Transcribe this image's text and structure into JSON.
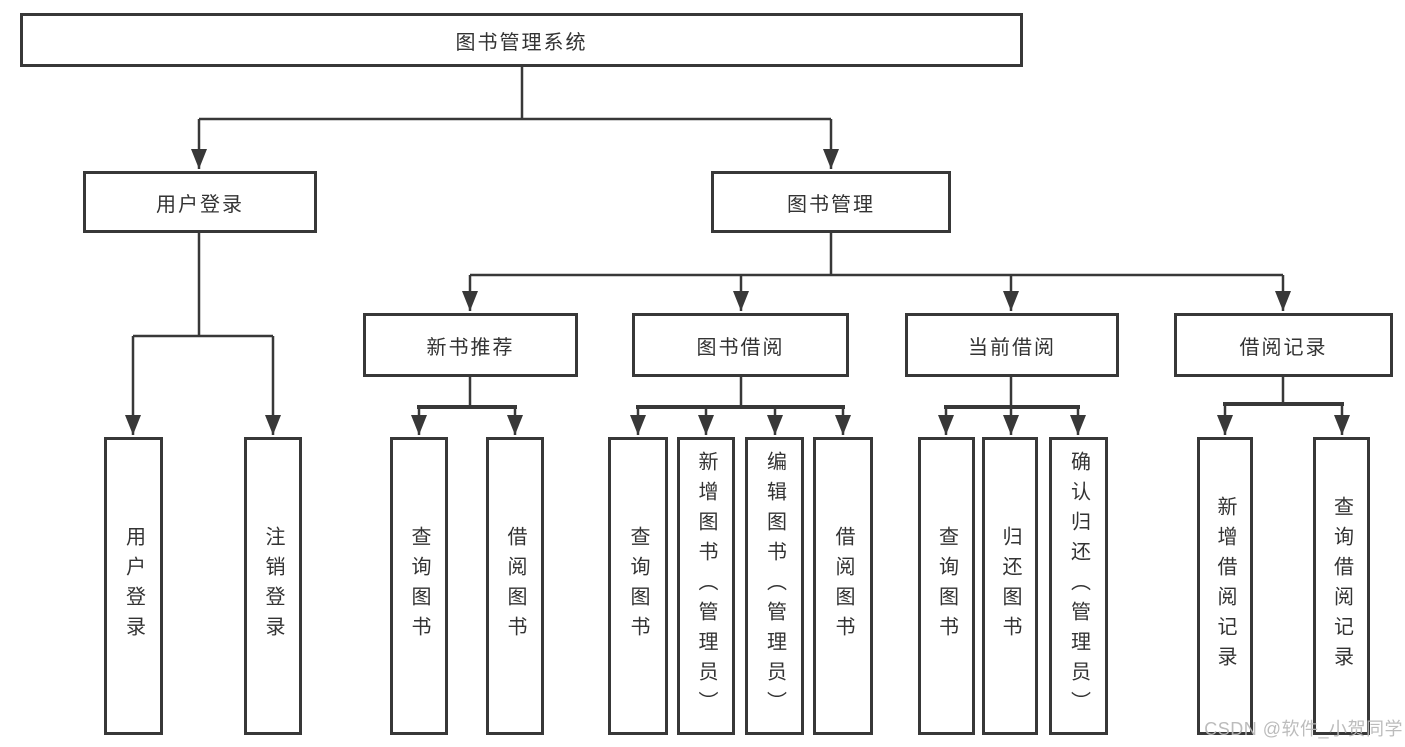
{
  "diagram": {
    "root": {
      "label": "图书管理系统"
    },
    "level2": [
      {
        "label": "用户登录"
      },
      {
        "label": "图书管理"
      }
    ],
    "level3": [
      {
        "label": "新书推荐"
      },
      {
        "label": "图书借阅"
      },
      {
        "label": "当前借阅"
      },
      {
        "label": "借阅记录"
      }
    ],
    "leaves": {
      "login": [
        {
          "label": "用户登录"
        },
        {
          "label": "注销登录"
        }
      ],
      "recommend": [
        {
          "label": "查询图书"
        },
        {
          "label": "借阅图书"
        }
      ],
      "borrow": [
        {
          "label": "查询图书"
        },
        {
          "label": "新增图书（管理员）"
        },
        {
          "label": "编辑图书（管理员）"
        },
        {
          "label": "借阅图书"
        }
      ],
      "current": [
        {
          "label": "查询图书"
        },
        {
          "label": "归还图书"
        },
        {
          "label": "确认归还（管理员）"
        }
      ],
      "records": [
        {
          "label": "新增借阅记录"
        },
        {
          "label": "查询借阅记录"
        }
      ]
    },
    "colors": {
      "line": "#383838",
      "text": "#333333",
      "watermark": "#b9b9b9",
      "background": "#ffffff"
    }
  },
  "watermark": {
    "text": "CSDN @软件_小贺同学"
  }
}
